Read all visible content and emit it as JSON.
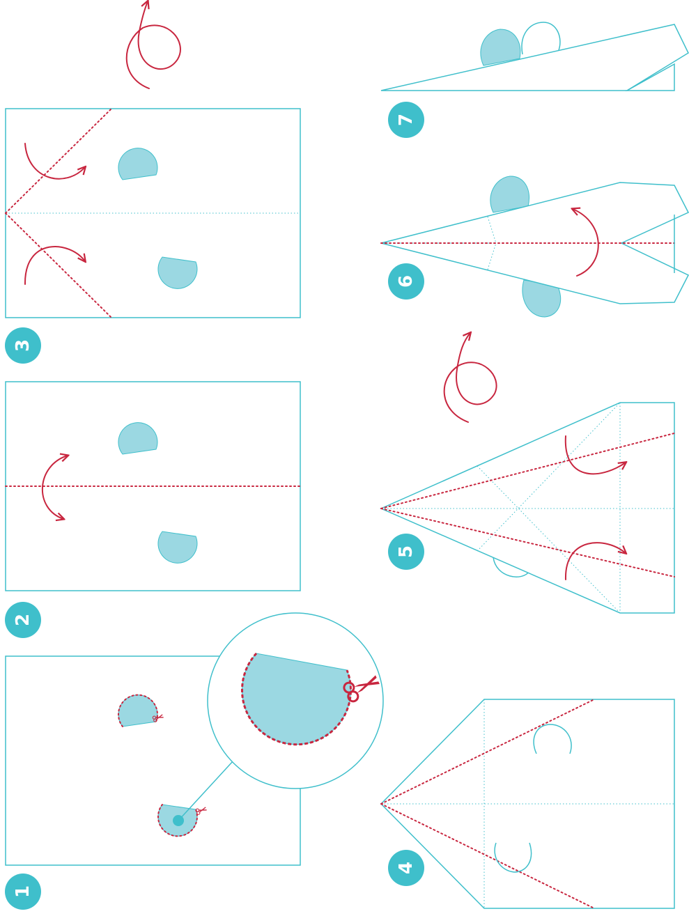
{
  "steps": [
    {
      "number": "1"
    },
    {
      "number": "2"
    },
    {
      "number": "3"
    },
    {
      "number": "4"
    },
    {
      "number": "5"
    },
    {
      "number": "6"
    },
    {
      "number": "7"
    }
  ],
  "colors": {
    "paper_outline": "#3fbfcb",
    "flap_fill": "#9bd8e2",
    "fold_line": "#c8263f",
    "badge": "#3fbfcb",
    "badge_text": "#ffffff"
  },
  "icons": [
    "scissors-icon",
    "fold-arrow-icon",
    "flip-over-icon",
    "magnifier-circle"
  ]
}
